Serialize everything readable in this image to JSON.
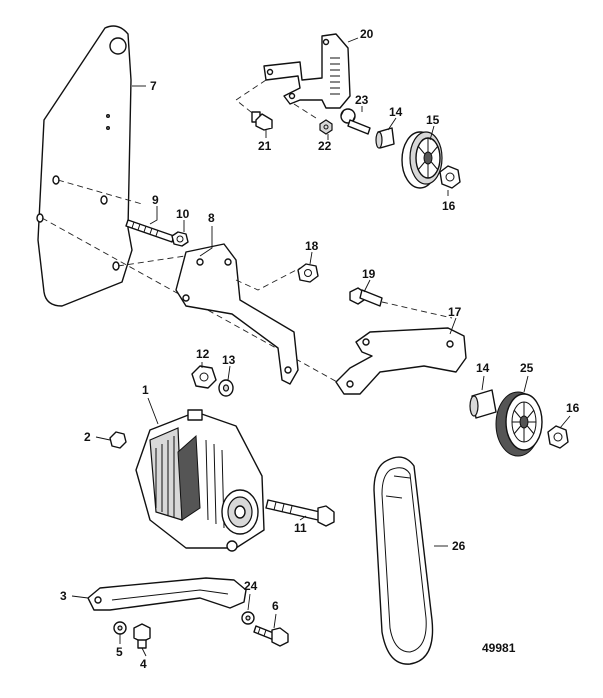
{
  "callouts": {
    "c1": "1",
    "c2": "2",
    "c3": "3",
    "c4": "4",
    "c5": "5",
    "c6": "6",
    "c7": "7",
    "c8": "8",
    "c9": "9",
    "c10": "10",
    "c11": "11",
    "c12": "12",
    "c13": "13",
    "c14a": "14",
    "c14b": "14",
    "c15": "15",
    "c16a": "16",
    "c16b": "16",
    "c17": "17",
    "c18": "18",
    "c19": "19",
    "c20": "20",
    "c21": "21",
    "c22": "22",
    "c23": "23",
    "c24": "24",
    "c25": "25",
    "c26": "26"
  },
  "document_number": "49981"
}
